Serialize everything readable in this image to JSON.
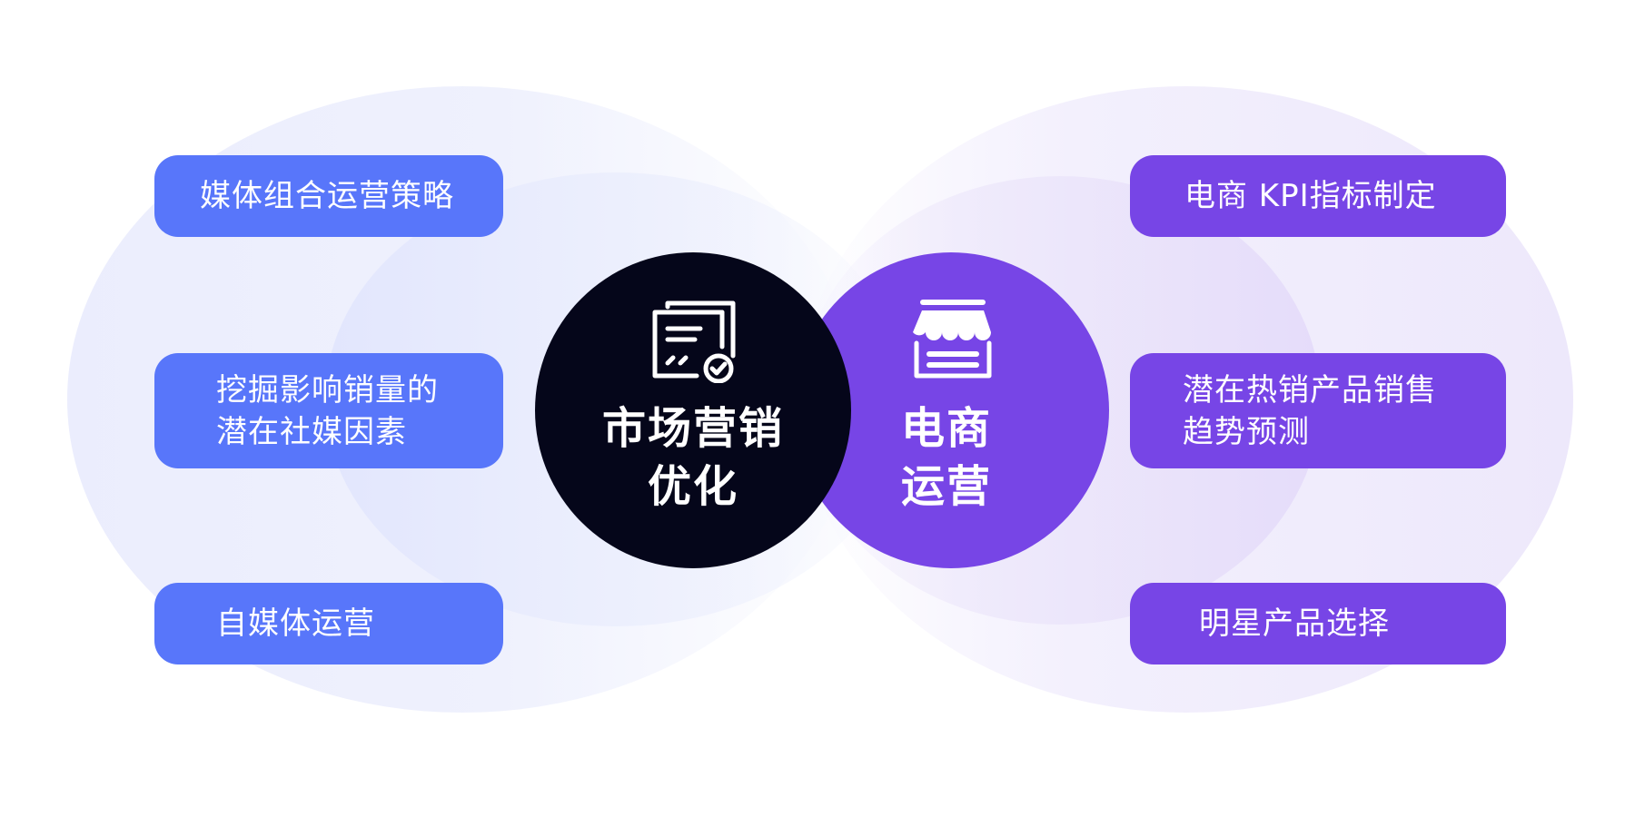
{
  "colors": {
    "blue_accent": "#5876fa",
    "purple_accent": "#7745e6",
    "dark_hub": "#05061a",
    "text": "#ffffff"
  },
  "left_hub": {
    "icon": "document-check-icon",
    "title": "市场营销\n优化",
    "items": [
      {
        "label": "媒体组合运营策略"
      },
      {
        "label": "挖掘影响销量的\n潜在社媒因素"
      },
      {
        "label": "自媒体运营"
      }
    ]
  },
  "right_hub": {
    "icon": "storefront-icon",
    "title": "电商\n运营",
    "items": [
      {
        "label": "电商 KPI指标制定"
      },
      {
        "label": "潜在热销产品销售\n趋势预测"
      },
      {
        "label": "明星产品选择"
      }
    ]
  }
}
